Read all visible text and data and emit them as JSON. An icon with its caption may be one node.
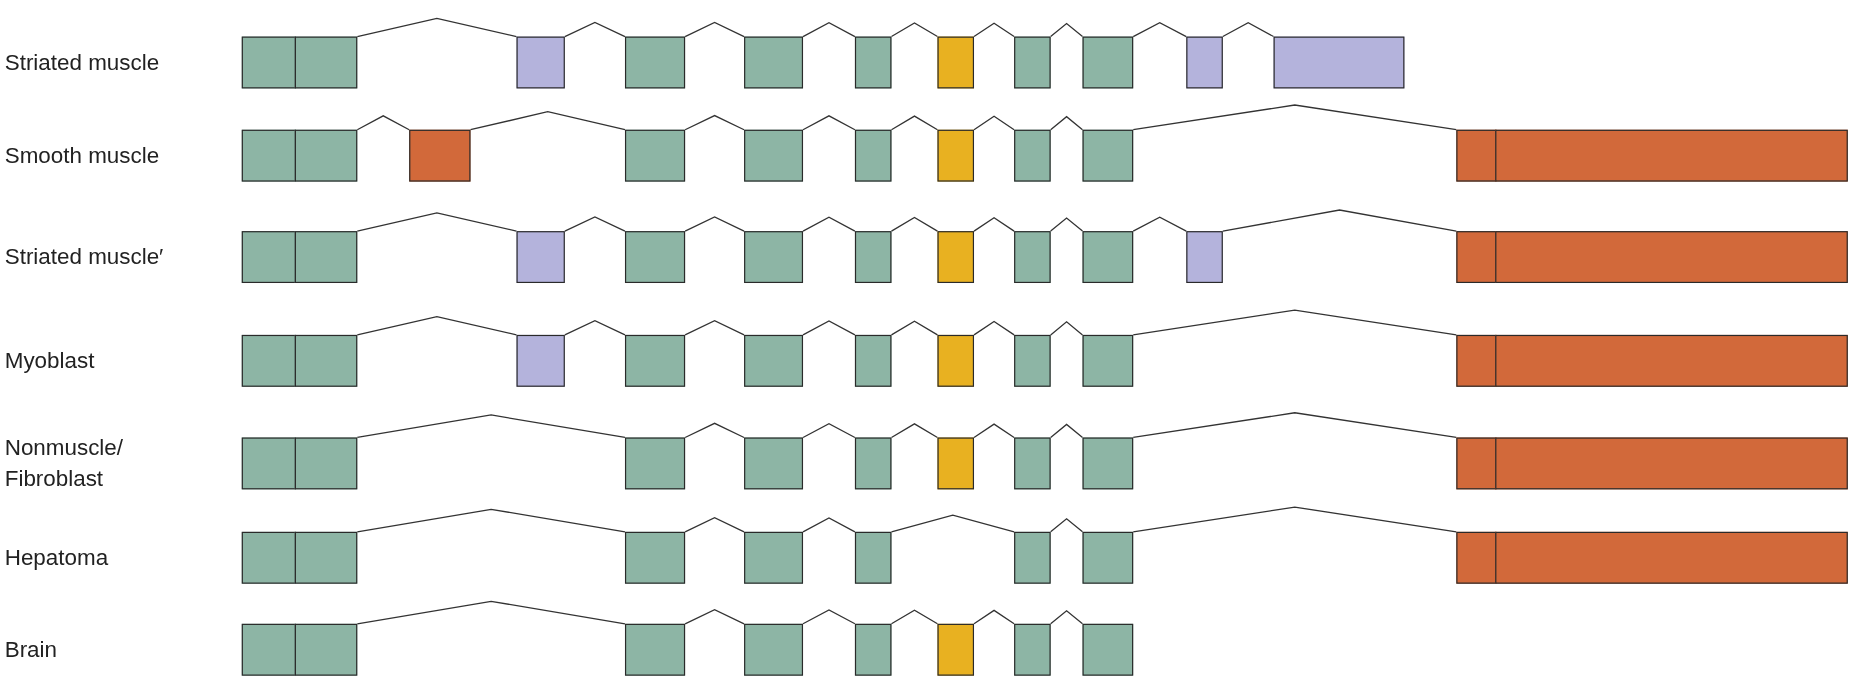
{
  "diagram": {
    "nodes": [
      {
        "text": [],
        "shape": "box"
      },
      {
        "text": [],
        "shape": "box"
      },
      {
        "text": [],
        "shape": "box"
      },
      {
        "text": [],
        "shape": "box"
      },
      {
        "text": [],
        "shape": "box"
      },
      {
        "text": [],
        "shape": "box"
      },
      {
        "text": [],
        "shape": "box"
      },
      {
        "text": [],
        "shape": "box"
      },
      {
        "text": [],
        "shape": "box"
      },
      {
        "text": [],
        "shape": "box"
      },
      {
        "text": [],
        "shape": "box"
      },
      {
        "text": [],
        "shape": "box"
      },
      {
        "text": [],
        "shape": "box"
      },
      {
        "text": [],
        "shape": "box"
      },
      {
        "text": [],
        "shape": "box"
      },
      {
        "text": [],
        "shape": "box"
      },
      {
        "text": [],
        "shape": "box"
      },
      {
        "text": [],
        "shape": "box"
      },
      {
        "text": [],
        "shape": "box"
      },
      {
        "text": [],
        "shape": "box"
      },
      {
        "text": [],
        "shape": "box"
      },
      {
        "text": [],
        "shape": "box"
      },
      {
        "text": [],
        "shape": "box"
      },
      {
        "text": [],
        "shape": "box"
      },
      {
        "text": [],
        "shape": "box"
      },
      {
        "text": [],
        "shape": "box"
      },
      {
        "text": [],
        "shape": "box"
      },
      {
        "text": [],
        "shape": "box"
      },
      {
        "text": [],
        "shape": "box"
      },
      {
        "text": [],
        "shape": "box"
      },
      {
        "text": [],
        "shape": "box"
      },
      {
        "text": [],
        "shape": "box"
      },
      {
        "text": [],
        "shape": "box"
      },
      {
        "text": [],
        "shape": "box"
      },
      {
        "text": [],
        "shape": "box"
      },
      {
        "text": [],
        "shape": "box"
      },
      {
        "text": [],
        "shape": "box"
      },
      {
        "text": [],
        "shape": "box"
      },
      {
        "text": [],
        "shape": "box"
      },
      {
        "text": [],
        "shape": "box"
      },
      {
        "text": [],
        "shape": "box"
      },
      {
        "text": [],
        "shape": "box"
      },
      {
        "text": [],
        "shape": "box"
      },
      {
        "text": [],
        "shape": "box"
      },
      {
        "text": [],
        "shape": "box"
      },
      {
        "text": [],
        "shape": "box"
      },
      {
        "text": [],
        "shape": "box"
      },
      {
        "text": [],
        "shape": "box"
      },
      {
        "text": [],
        "shape": "box"
      },
      {
        "text": [],
        "shape": "box"
      },
      {
        "text": [],
        "shape": "box"
      },
      {
        "text": [],
        "shape": "box"
      },
      {
        "text": [],
        "shape": "box"
      },
      {
        "text": [],
        "shape": "box"
      },
      {
        "text": [],
        "shape": "box"
      },
      {
        "text": [],
        "shape": "box"
      },
      {
        "text": [],
        "shape": "box"
      },
      {
        "text": [],
        "shape": "box"
      },
      {
        "text": [],
        "shape": "box"
      },
      {
        "text": [],
        "shape": "box"
      },
      {
        "text": [],
        "shape": "box"
      },
      {
        "text": [],
        "shape": "box"
      },
      {
        "text": [],
        "shape": "box"
      },
      {
        "text": [],
        "shape": "box"
      },
      {
        "text": [],
        "shape": "box"
      },
      {
        "text": [],
        "shape": "box"
      },
      {
        "text": [],
        "shape": "box"
      },
      {
        "text": [],
        "shape": "box"
      },
      {
        "text": [],
        "shape": "box"
      },
      {
        "text": [],
        "shape": "box"
      },
      {
        "text": [],
        "shape": "box"
      },
      {
        "text": [],
        "shape": "box"
      }
    ],
    "edges": [
      {
        "from": 1,
        "to": 2,
        "arrow": "none"
      },
      {
        "from": 2,
        "to": 3,
        "arrow": "none"
      },
      {
        "from": 3,
        "to": 4,
        "arrow": "none"
      },
      {
        "from": 4,
        "to": 5,
        "arrow": "none"
      },
      {
        "from": 5,
        "to": 6,
        "arrow": "none"
      },
      {
        "from": 6,
        "to": 7,
        "arrow": "none"
      },
      {
        "from": 7,
        "to": 8,
        "arrow": "none"
      },
      {
        "from": 8,
        "to": 9,
        "arrow": "none"
      },
      {
        "from": 9,
        "to": 10,
        "arrow": "none"
      },
      {
        "from": 12,
        "to": 13,
        "arrow": "none"
      },
      {
        "from": 13,
        "to": 14,
        "arrow": "none"
      },
      {
        "from": 14,
        "to": 15,
        "arrow": "none"
      },
      {
        "from": 15,
        "to": 16,
        "arrow": "none"
      },
      {
        "from": 16,
        "to": 17,
        "arrow": "none"
      },
      {
        "from": 17,
        "to": 18,
        "arrow": "none"
      },
      {
        "from": 18,
        "to": 19,
        "arrow": "none"
      },
      {
        "from": 19,
        "to": 20,
        "arrow": "none"
      },
      {
        "from": 23,
        "to": 24,
        "arrow": "none"
      },
      {
        "from": 24,
        "to": 25,
        "arrow": "none"
      },
      {
        "from": 25,
        "to": 26,
        "arrow": "none"
      },
      {
        "from": 26,
        "to": 27,
        "arrow": "none"
      },
      {
        "from": 27,
        "to": 28,
        "arrow": "none"
      },
      {
        "from": 28,
        "to": 29,
        "arrow": "none"
      },
      {
        "from": 29,
        "to": 30,
        "arrow": "none"
      },
      {
        "from": 30,
        "to": 31,
        "arrow": "none"
      },
      {
        "from": 31,
        "to": 32,
        "arrow": "none"
      },
      {
        "from": 35,
        "to": 36,
        "arrow": "none"
      },
      {
        "from": 36,
        "to": 37,
        "arrow": "none"
      },
      {
        "from": 37,
        "to": 38,
        "arrow": "none"
      },
      {
        "from": 38,
        "to": 39,
        "arrow": "none"
      },
      {
        "from": 39,
        "to": 40,
        "arrow": "none"
      },
      {
        "from": 40,
        "to": 41,
        "arrow": "none"
      },
      {
        "from": 41,
        "to": 42,
        "arrow": "none"
      },
      {
        "from": 42,
        "to": 43,
        "arrow": "none"
      },
      {
        "from": 46,
        "to": 47,
        "arrow": "none"
      },
      {
        "from": 47,
        "to": 48,
        "arrow": "none"
      },
      {
        "from": 48,
        "to": 49,
        "arrow": "none"
      },
      {
        "from": 49,
        "to": 50,
        "arrow": "none"
      },
      {
        "from": 50,
        "to": 51,
        "arrow": "none"
      },
      {
        "from": 51,
        "to": 52,
        "arrow": "none"
      },
      {
        "from": 52,
        "to": 53,
        "arrow": "none"
      },
      {
        "from": 56,
        "to": 57,
        "arrow": "none"
      },
      {
        "from": 57,
        "to": 58,
        "arrow": "none"
      },
      {
        "from": 58,
        "to": 59,
        "arrow": "none"
      },
      {
        "from": 59,
        "to": 60,
        "arrow": "none"
      },
      {
        "from": 60,
        "to": 61,
        "arrow": "none"
      },
      {
        "from": 61,
        "to": 62,
        "arrow": "none"
      },
      {
        "from": 65,
        "to": 66,
        "arrow": "none"
      },
      {
        "from": 66,
        "to": 67,
        "arrow": "none"
      },
      {
        "from": 67,
        "to": 68,
        "arrow": "none"
      },
      {
        "from": 68,
        "to": 69,
        "arrow": "none"
      },
      {
        "from": 69,
        "to": 70,
        "arrow": "none"
      },
      {
        "from": 70,
        "to": 71,
        "arrow": "none"
      }
    ],
    "labels": [
      "Striated muscle",
      "Smooth muscle",
      "Striated muscle′",
      "Myoblast",
      "Nonmuscle/ Fibroblast",
      "Hepatoma",
      "Brain"
    ]
  }
}
